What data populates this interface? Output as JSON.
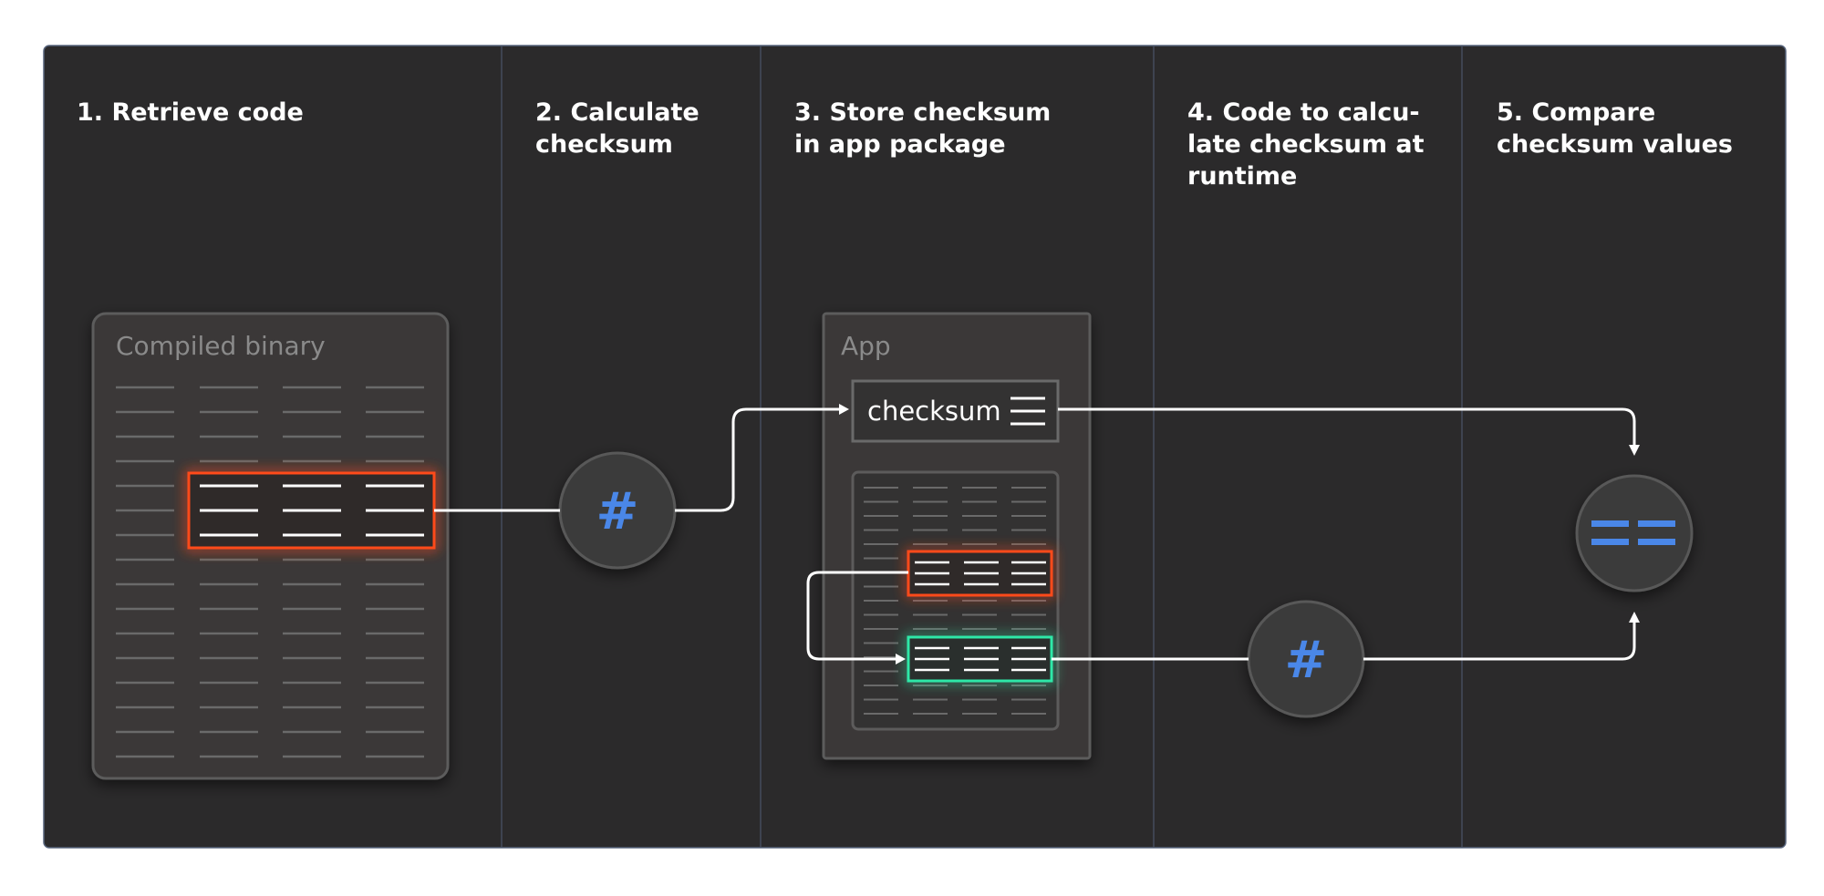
{
  "steps": [
    {
      "number": "1.",
      "lines": [
        "Retrieve code"
      ]
    },
    {
      "number": "2.",
      "lines": [
        "Calculate",
        "checksum"
      ]
    },
    {
      "number": "3.",
      "lines": [
        "Store checksum",
        "in app package"
      ]
    },
    {
      "number": "4.",
      "lines": [
        "Code to calcu-",
        "late checksum at",
        "runtime"
      ]
    },
    {
      "number": "5.",
      "lines": [
        "Compare",
        "checksum values"
      ]
    }
  ],
  "compiled_binary": {
    "label": "Compiled binary"
  },
  "app": {
    "label": "App",
    "checksum_label": "checksum"
  },
  "hash_symbol": "#",
  "equals_symbol": "==",
  "colors": {
    "background": "#2b2a2b",
    "divider": "#4a5468",
    "highlight_orange": "#ff4a1a",
    "highlight_green": "#2ee8a8",
    "symbol_blue": "#4a87e8"
  }
}
